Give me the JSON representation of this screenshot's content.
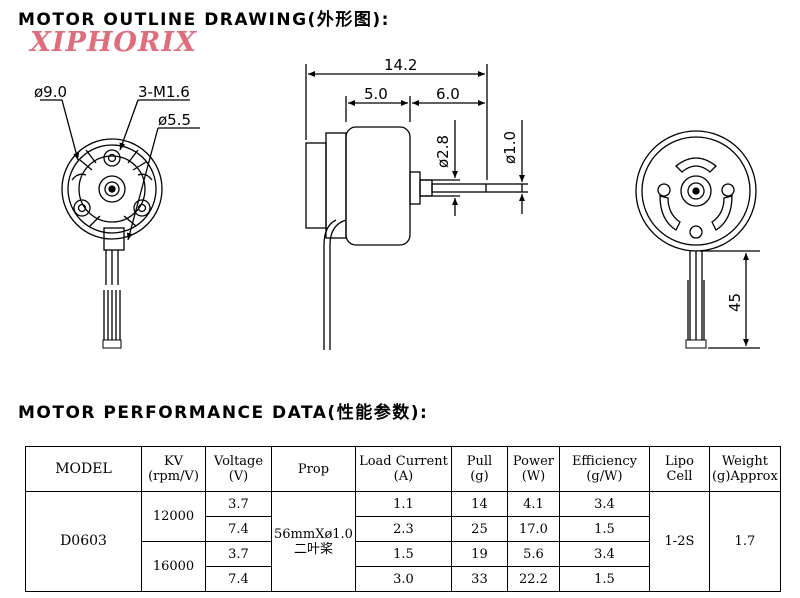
{
  "headings": {
    "outline": "MOTOR OUTLINE DRAWING(外形图):",
    "performance": "MOTOR PERFORMANCE DATA(性能参数):"
  },
  "brand": "XIPHORIX",
  "dimensions": {
    "d_outer": "ø9.0",
    "screws": "3-M1.6",
    "d_inner": "ø5.5",
    "length": "14.2",
    "body": "5.0",
    "shaft": "6.0",
    "d_hub": "ø2.8",
    "d_shaft": "ø1.0",
    "wire": "45"
  },
  "table": {
    "headers": {
      "model": "MODEL",
      "kv": "KV\n(rpm/V)",
      "voltage": "Voltage\n(V)",
      "prop": "Prop",
      "current": "Load Current\n(A)",
      "pull": "Pull\n(g)",
      "power": "Power\n(W)",
      "efficiency": "Efficiency\n(g/W)",
      "lipo": "Lipo\nCell",
      "weight": "Weight\n(g)Approx"
    },
    "model": "D0603",
    "kv_values": [
      "12000",
      "16000"
    ],
    "prop": "56mmXø1.0\n二叶桨",
    "lipo": "1-2S",
    "weight": "1.7",
    "rows": [
      {
        "voltage": "3.7",
        "current": "1.1",
        "pull": "14",
        "power": "4.1",
        "efficiency": "3.4"
      },
      {
        "voltage": "7.4",
        "current": "2.3",
        "pull": "25",
        "power": "17.0",
        "efficiency": "1.5"
      },
      {
        "voltage": "3.7",
        "current": "1.5",
        "pull": "19",
        "power": "5.6",
        "efficiency": "3.4"
      },
      {
        "voltage": "7.4",
        "current": "3.0",
        "pull": "33",
        "power": "22.2",
        "efficiency": "1.5"
      }
    ]
  }
}
